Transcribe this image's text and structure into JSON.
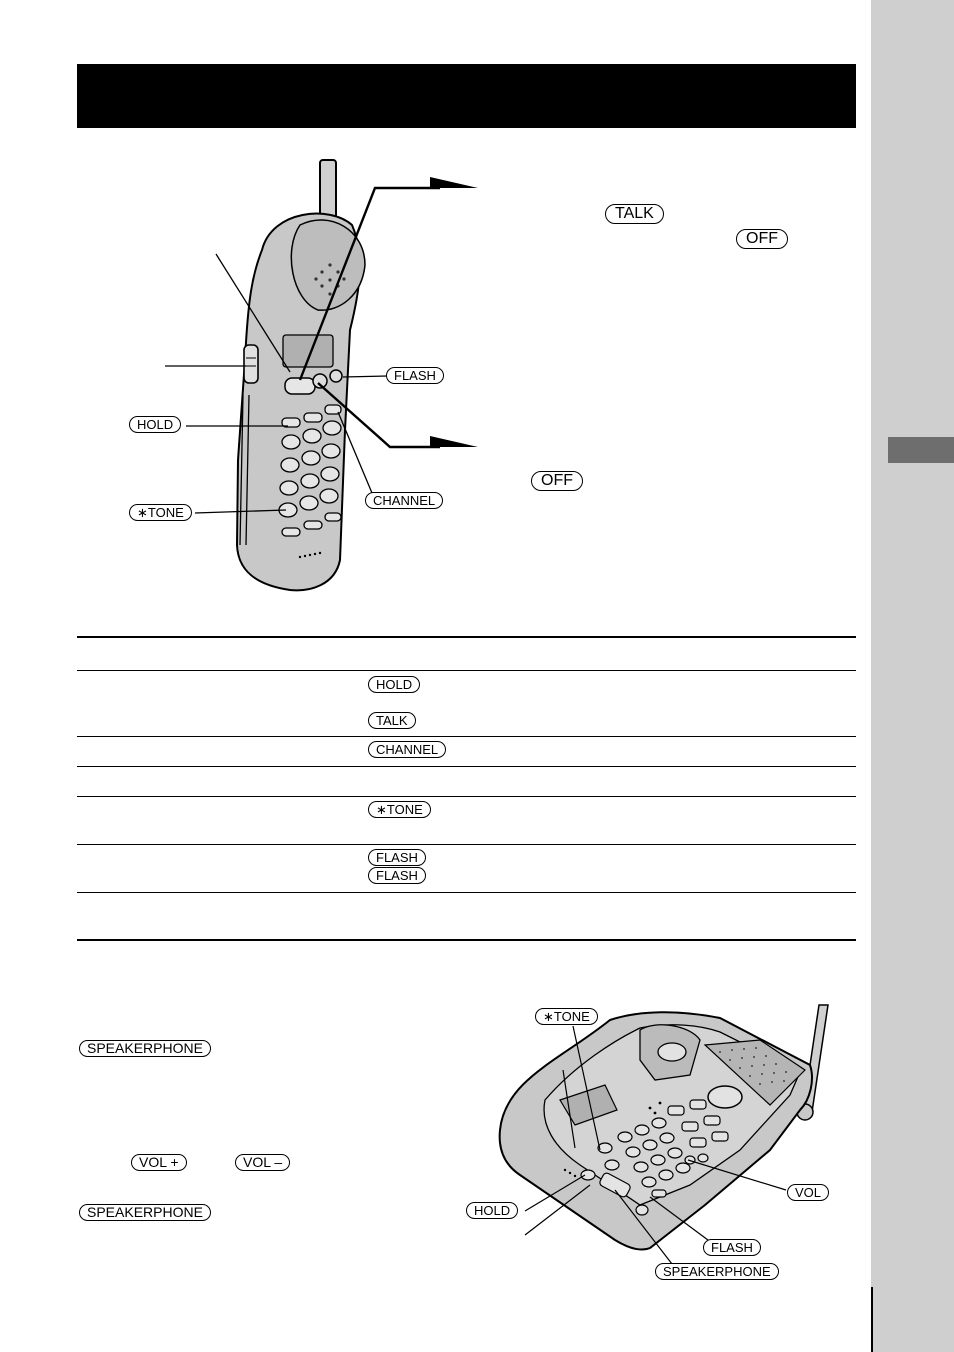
{
  "page": {
    "title": ""
  },
  "handset_labels": {
    "talk": "TALK",
    "off_top": "OFF",
    "flash": "FLASH",
    "hold": "HOLD",
    "tone": "∗TONE",
    "channel": "CHANNEL",
    "off_bottom": "OFF"
  },
  "table": {
    "rows": [
      {
        "keys": []
      },
      {
        "keys": [
          "HOLD",
          "TALK"
        ]
      },
      {
        "keys": [
          "CHANNEL"
        ]
      },
      {
        "keys": []
      },
      {
        "keys": [
          "∗TONE"
        ]
      },
      {
        "keys": [
          "FLASH",
          "FLASH"
        ]
      },
      {
        "keys": []
      }
    ]
  },
  "base_text": {
    "speakerphone_1": "SPEAKERPHONE",
    "vol_plus": "VOL +",
    "vol_minus": "VOL –",
    "speakerphone_2": "SPEAKERPHONE"
  },
  "base_labels": {
    "tone": "∗TONE",
    "vol": "VOL",
    "hold": "HOLD",
    "flash": "FLASH",
    "speakerphone": "SPEAKERPHONE"
  },
  "colors": {
    "device_fill": "#c8c8c8",
    "side_strip": "#cfcfcf",
    "side_tab": "#6e6e6e"
  }
}
